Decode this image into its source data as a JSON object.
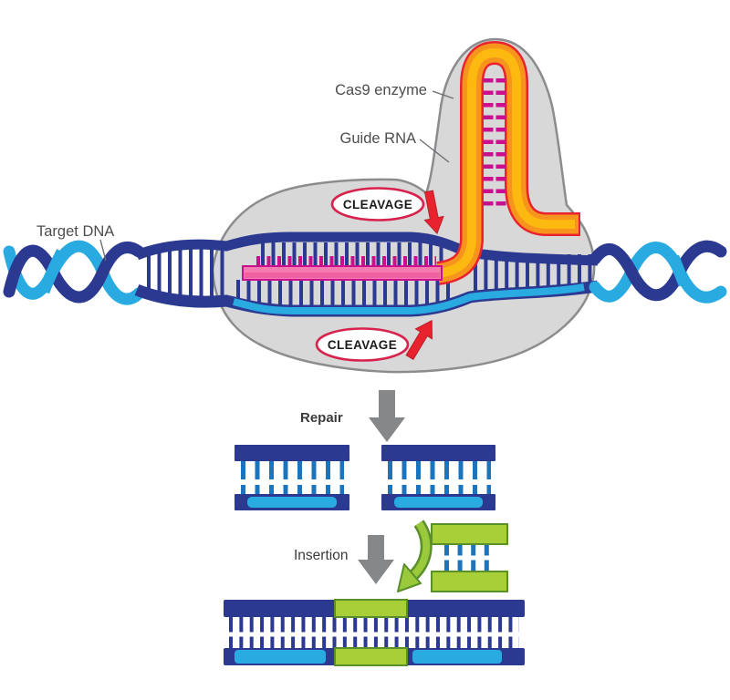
{
  "labels": {
    "cas9_enzyme": "Cas9 enzyme",
    "guide_rna": "Guide RNA",
    "target_dna": "Target DNA",
    "cleavage_upper": "CLEAVAGE",
    "cleavage_lower": "CLEAVAGE",
    "repair_step": "Repair",
    "insertion_step": "Insertion"
  },
  "colors": {
    "dna_navy": "#2B3990",
    "dna_blue": "#1C75BC",
    "dna_cyan": "#29ABE2",
    "rna_orange": "#F7941D",
    "rna_yellow": "#FFC20E",
    "rna_outline_red": "#E8232E",
    "basepair_magenta": "#CB0E8E",
    "hybrid_pink": "#F47CB0",
    "hybrid_pink_dark": "#EE5DA0",
    "cleavage_red": "#D6224C",
    "arrow_red": "#E8232E",
    "enzyme_gray": "#D8D8D9",
    "enzyme_outline": "#8A8C8E",
    "step_arrow_gray": "#858789",
    "insert_green": "#A9CF38",
    "insert_green_light": "#9ACA3C",
    "insert_green_dark": "#5B8F2C",
    "label_text": "#4D4D4F"
  }
}
